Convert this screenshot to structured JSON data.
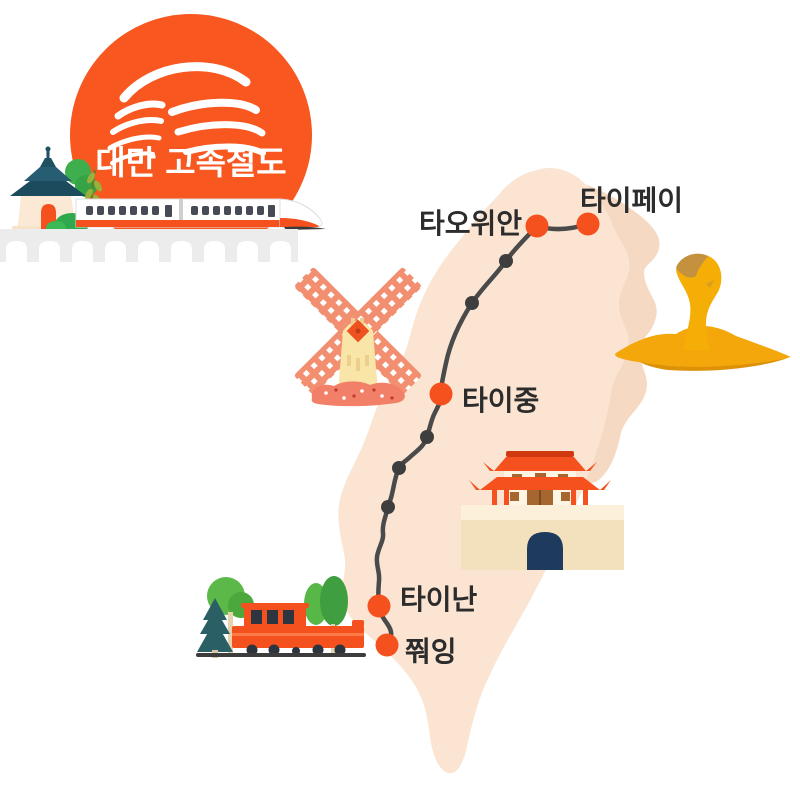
{
  "logo": {
    "title": "대만 고속철도",
    "brand_color": "#f8571f",
    "icons": [
      "swoosh-bird",
      "temple",
      "bullet-train",
      "viaduct-bridge"
    ]
  },
  "map": {
    "region": "Taiwan",
    "land_color": "#fbe5d2",
    "land_shadow_color": "#f6d9c3",
    "route_color": "#4a4a4a",
    "station_dot_color": "#f4511e",
    "stop_dot_color": "#3e3e3e",
    "stations": [
      {
        "id": "taipei",
        "label": "타이페이"
      },
      {
        "id": "taoyuan",
        "label": "타오위안"
      },
      {
        "id": "taichung",
        "label": "타이중"
      },
      {
        "id": "tainan",
        "label": "타이난"
      },
      {
        "id": "zuoying",
        "label": "쭤잉"
      }
    ],
    "intermediate_stop_count": 5
  },
  "illustrations": [
    {
      "name": "windmill",
      "color": "#f18f70"
    },
    {
      "name": "queens-head-rock",
      "color": "#f3a70a"
    },
    {
      "name": "city-gate",
      "color": "#f4511e"
    },
    {
      "name": "forest-train",
      "color": "#f4511e"
    }
  ]
}
